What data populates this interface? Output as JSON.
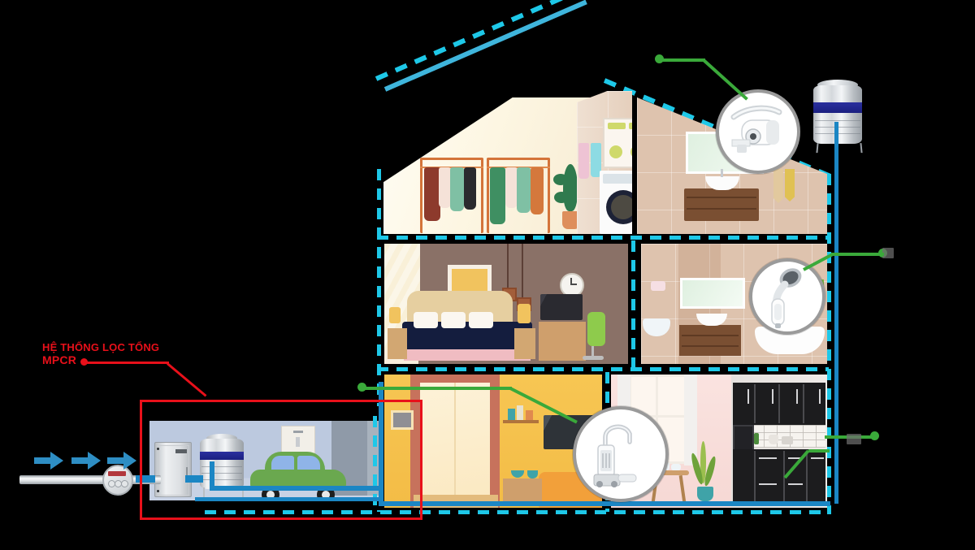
{
  "diagram": {
    "title_label": {
      "line1": "HỆ THỐNG LỌC TỔNG",
      "line2": "MPCR",
      "color": "#e8101a"
    },
    "accent_colors": {
      "pipe_blue": "#1b86c4",
      "pipe_dashed_cyan": "#1ec8e8",
      "callout_line_green": "#3aa93a",
      "highlight_red": "#e8101a",
      "tank_band_blue": "#252a95"
    }
  },
  "callouts": [
    {
      "name": "faucet-filter",
      "label": ""
    },
    {
      "name": "shower-filter",
      "label": ""
    },
    {
      "name": "countertop-purifier",
      "label": ""
    },
    {
      "name": "kitchen-outlet",
      "label": ""
    }
  ],
  "house": {
    "floors": [
      {
        "name": "attic",
        "rooms": [
          {
            "name": "wardrobe-laundry-room",
            "label": ""
          },
          {
            "name": "attic-bathroom",
            "label": ""
          }
        ]
      },
      {
        "name": "first-floor",
        "rooms": [
          {
            "name": "bedroom",
            "label": ""
          },
          {
            "name": "bathroom",
            "label": ""
          }
        ]
      },
      {
        "name": "ground-floor",
        "rooms": [
          {
            "name": "living-room",
            "label": ""
          },
          {
            "name": "dining-room",
            "label": ""
          },
          {
            "name": "kitchen",
            "label": ""
          }
        ]
      }
    ]
  },
  "basement": {
    "name": "garage",
    "equipment": [
      {
        "name": "filter-cabinet",
        "brand_text": "MPCR"
      },
      {
        "name": "water-storage-tank",
        "label": ""
      },
      {
        "name": "car",
        "label": ""
      },
      {
        "name": "electrical-panel",
        "label": ""
      }
    ]
  },
  "rooftop": {
    "name": "rooftop-water-tank",
    "label": ""
  },
  "supply_line": {
    "name": "municipal-water-supply",
    "meter_label": "",
    "flow_arrows": 3
  }
}
